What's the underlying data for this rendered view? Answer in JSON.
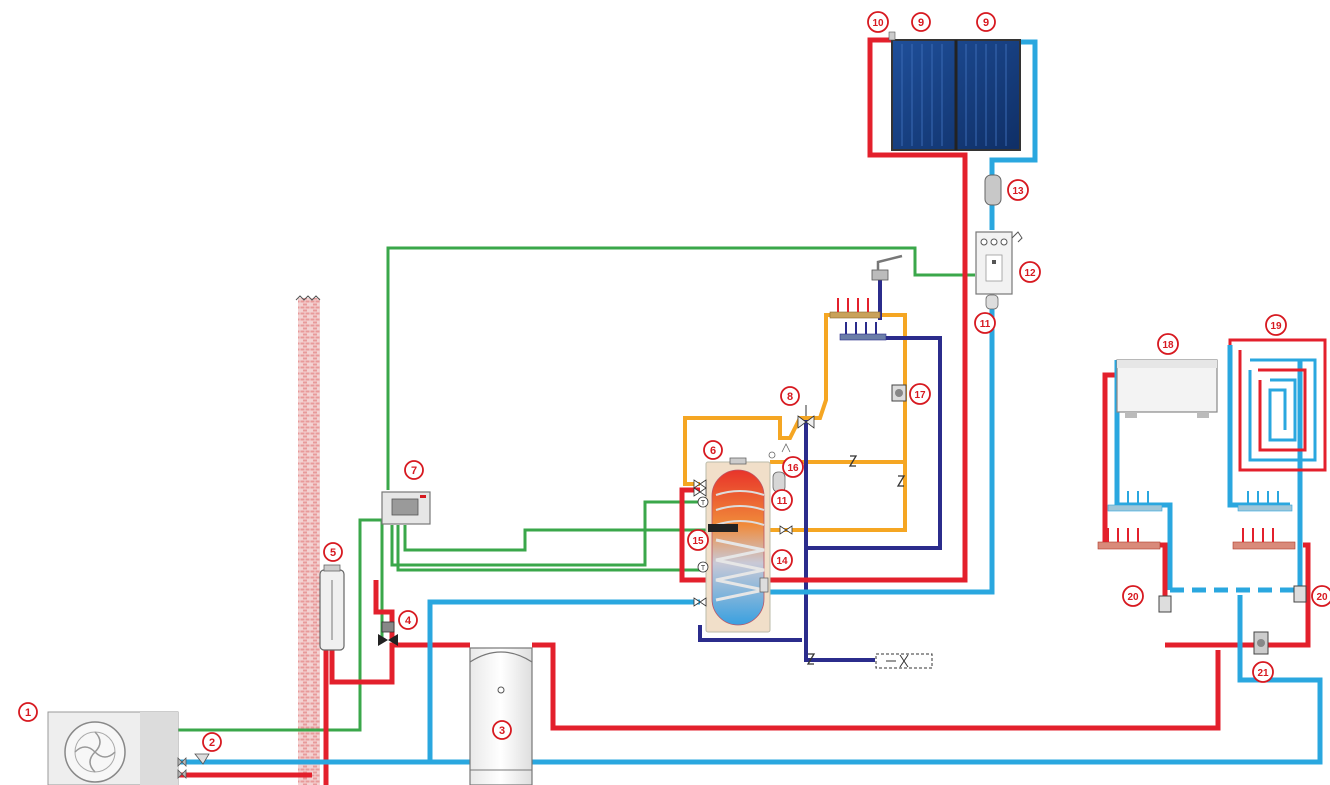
{
  "diagram": {
    "colors": {
      "hot_water_red": "#e3202c",
      "cold_water_blue": "#2aa7df",
      "control_green": "#3aa74a",
      "dhw_orange": "#f5a623",
      "cold_supply_navy": "#2b2c8c",
      "marker_outline": "#d71920"
    },
    "markers": [
      {
        "id": "m1",
        "label": "1"
      },
      {
        "id": "m2",
        "label": "2"
      },
      {
        "id": "m3",
        "label": "3"
      },
      {
        "id": "m4",
        "label": "4"
      },
      {
        "id": "m5",
        "label": "5"
      },
      {
        "id": "m6",
        "label": "6"
      },
      {
        "id": "m7",
        "label": "7"
      },
      {
        "id": "m8",
        "label": "8"
      },
      {
        "id": "m9a",
        "label": "9"
      },
      {
        "id": "m9b",
        "label": "9"
      },
      {
        "id": "m10",
        "label": "10"
      },
      {
        "id": "m11a",
        "label": "11"
      },
      {
        "id": "m11b",
        "label": "11"
      },
      {
        "id": "m12",
        "label": "12"
      },
      {
        "id": "m13",
        "label": "13"
      },
      {
        "id": "m14",
        "label": "14"
      },
      {
        "id": "m15",
        "label": "15"
      },
      {
        "id": "m16",
        "label": "16"
      },
      {
        "id": "m17",
        "label": "17"
      },
      {
        "id": "m18",
        "label": "18"
      },
      {
        "id": "m19",
        "label": "19"
      },
      {
        "id": "m20a",
        "label": "20"
      },
      {
        "id": "m20b",
        "label": "20"
      },
      {
        "id": "m21",
        "label": "21"
      }
    ],
    "sensor_symbol": "T"
  }
}
